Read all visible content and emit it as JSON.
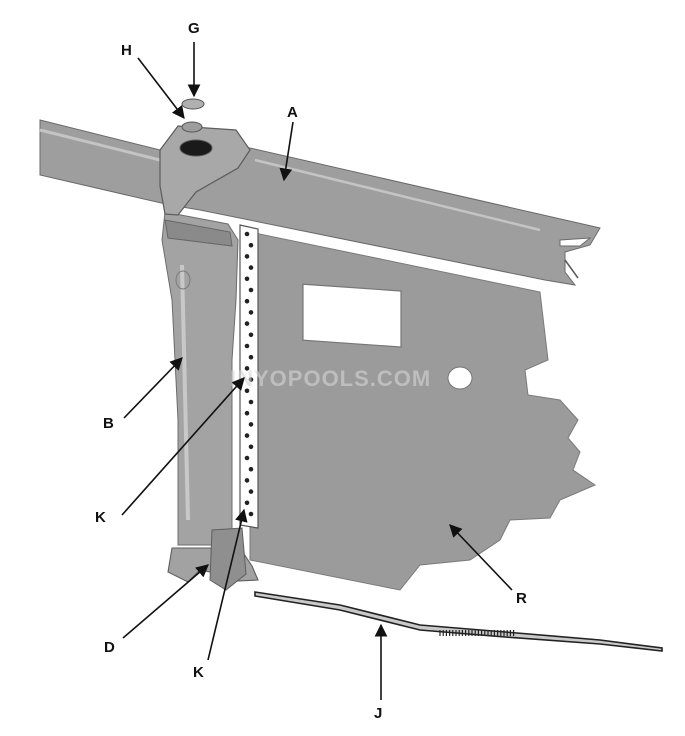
{
  "colors": {
    "part_fill": "#9a9a9a",
    "part_light": "#b8b8b8",
    "part_dark": "#6f6f6f",
    "outline": "#3a3a3a",
    "label": "#111111"
  },
  "callouts": {
    "G": "G",
    "H": "H",
    "A": "A",
    "B": "B",
    "K_upper": "K",
    "K_lower": "K",
    "D": "D",
    "R": "R",
    "J": "J"
  },
  "watermark": "INYOPOOLS.COM"
}
